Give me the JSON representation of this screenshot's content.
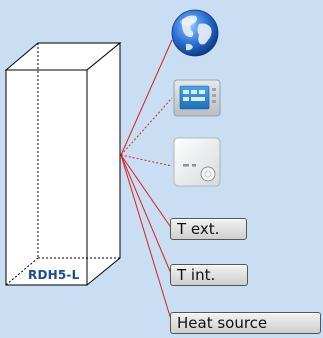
{
  "unit": {
    "label": "RDH5-L"
  },
  "devices": [
    {
      "name": "globe-icon",
      "connection": "solid"
    },
    {
      "name": "room-panel-icon",
      "connection": "dashed"
    },
    {
      "name": "thermostat-icon",
      "connection": "dashed"
    }
  ],
  "sensors": [
    {
      "label": "T ext."
    },
    {
      "label": "T int."
    },
    {
      "label": "Heat source"
    }
  ],
  "colors": {
    "background": "#c9ddf3",
    "link": "#d9201f",
    "label_text": "#1a4aa0",
    "box_fill": "#ffffff",
    "box_stroke": "#000000"
  }
}
